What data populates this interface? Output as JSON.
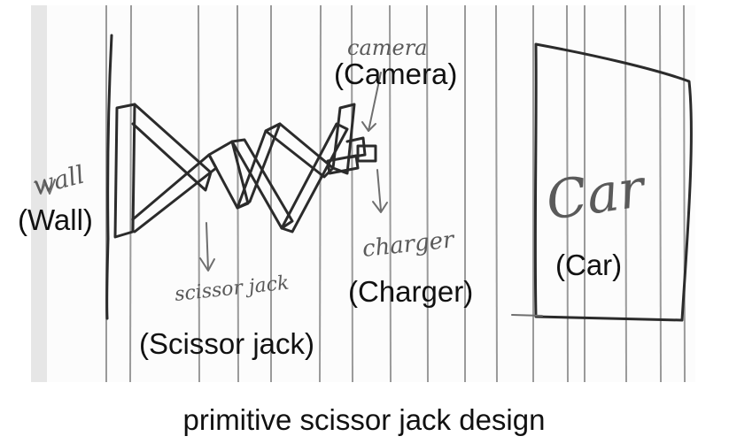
{
  "labels": {
    "camera": "(Camera)",
    "wall": "(Wall)",
    "charger": "(Charger)",
    "car": "(Car)",
    "scissor_jack": "(Scissor jack)"
  },
  "handwriting": {
    "camera": "camera",
    "wall": "wall",
    "charger": "charger",
    "car": "Car",
    "scissor_jack": "scissor jack"
  },
  "caption": "primitive scissor jack design",
  "colors": {
    "paper": "#fcfcfc",
    "pencil": "#2b2b2b",
    "ruled_line": "#9a9a9a",
    "text": "#111111"
  }
}
